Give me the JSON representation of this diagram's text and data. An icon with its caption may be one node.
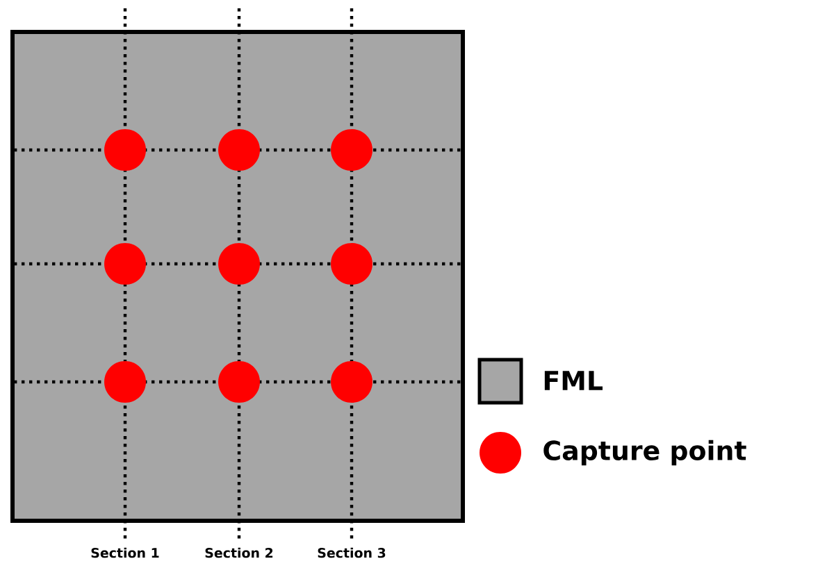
{
  "diagram": {
    "labels": [
      "Section 1",
      "Section 2",
      "Section 3"
    ],
    "legend": [
      {
        "text": "FML",
        "color": "#a6a6a6"
      },
      {
        "text": "Capture point",
        "color": "#ff0000"
      }
    ]
  }
}
